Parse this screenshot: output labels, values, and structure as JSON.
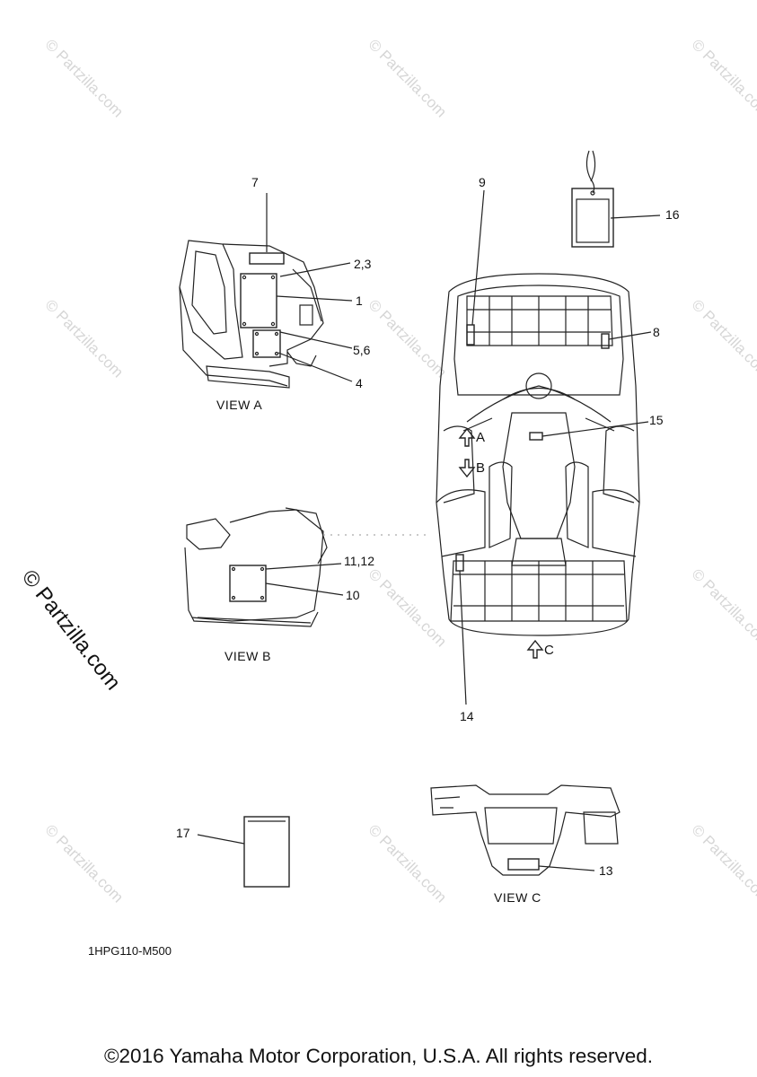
{
  "watermark": "© Partzilla.com",
  "watermark_main": "© Partzilla.com",
  "callouts": {
    "c1": "1",
    "c2_3": "2,3",
    "c4": "4",
    "c5_6": "5,6",
    "c7": "7",
    "c8": "8",
    "c9": "9",
    "c10": "10",
    "c11_12": "11,12",
    "c13": "13",
    "c14": "14",
    "c15": "15",
    "c16": "16",
    "c17": "17"
  },
  "views": {
    "a": "VIEW A",
    "b": "VIEW B",
    "c": "VIEW C"
  },
  "arrows": {
    "a": "A",
    "b": "B",
    "c": "C"
  },
  "diagram_code": "1HPG110-M500",
  "copyright": "©2016 Yamaha Motor Corporation, U.S.A. All rights reserved."
}
